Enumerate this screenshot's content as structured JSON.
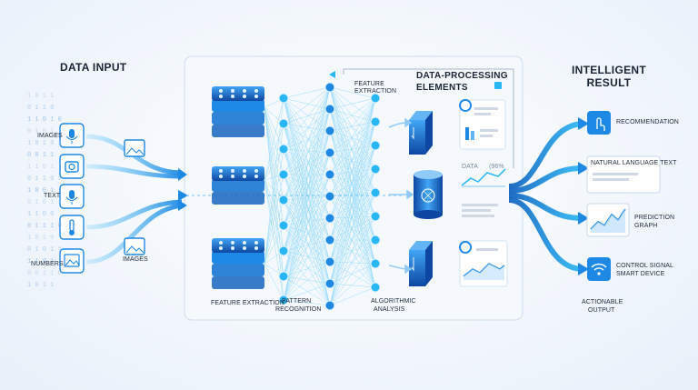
{
  "headings": {
    "data_input": "DATA INPUT",
    "processing_line1": "DATA-PROCESSING",
    "processing_line2": "ELEMENTS",
    "result_line1": "INTELLIGENT",
    "result_line2": "RESULT"
  },
  "input_labels": {
    "images": "IMAGES",
    "text": "TEXT",
    "numbers": "NUMBERS",
    "images_bottom": "IMAGES"
  },
  "stage_labels": {
    "feature_extraction_top_1": "FEATURE",
    "feature_extraction_top_2": "EXTRACTION",
    "feature_extraction": "FEATURE EXTRACTION",
    "pattern_1": "PATTERN",
    "pattern_2": "RECOGNITION",
    "algorithmic_1": "ALGORITHMIC",
    "algorithmic_2": "ANALYSIS"
  },
  "panel_texts": {
    "data": "DATA",
    "percent": "(96%"
  },
  "outputs": {
    "recommendation": "RECOMMENDATION",
    "natural_language": "NATURAL LANGUAGE TEXT",
    "prediction_1": "PREDICTION",
    "prediction_2": "GRAPH",
    "control_1": "CONTROL SIGNAL",
    "control_2": "SMART DEVICE",
    "actionable_1": "ACTIONABLE",
    "actionable_2": "OUTPUT"
  },
  "binary_stream": [
    "1 0 1 1",
    "0 1 1 0",
    "1 1 0 1 0",
    "0 1 0 1",
    "1 0 1 0 1",
    "0 0 1 1",
    "1 1 0 1",
    "0 1 1 0 1",
    "1 0 0 1",
    "0 1 0 1 1",
    "1 1 0 0",
    "0 1 1 1 0",
    "1 0 1 0",
    "0 1 0 1 1",
    "1 1 0 1",
    "0 0 1 1 0",
    "1 0 1 1"
  ],
  "colors": {
    "primary": "#1e88e5",
    "accent": "#29b6f6",
    "dark": "#0d47a1",
    "light": "#bbdefb"
  },
  "icons": [
    "microphone-icon",
    "camera-icon",
    "microphone-icon",
    "thermometer-icon",
    "image-icon",
    "image-icon",
    "hand-tap-icon",
    "document-icon",
    "line-graph-icon",
    "wifi-icon",
    "server-icon",
    "database-icon"
  ]
}
